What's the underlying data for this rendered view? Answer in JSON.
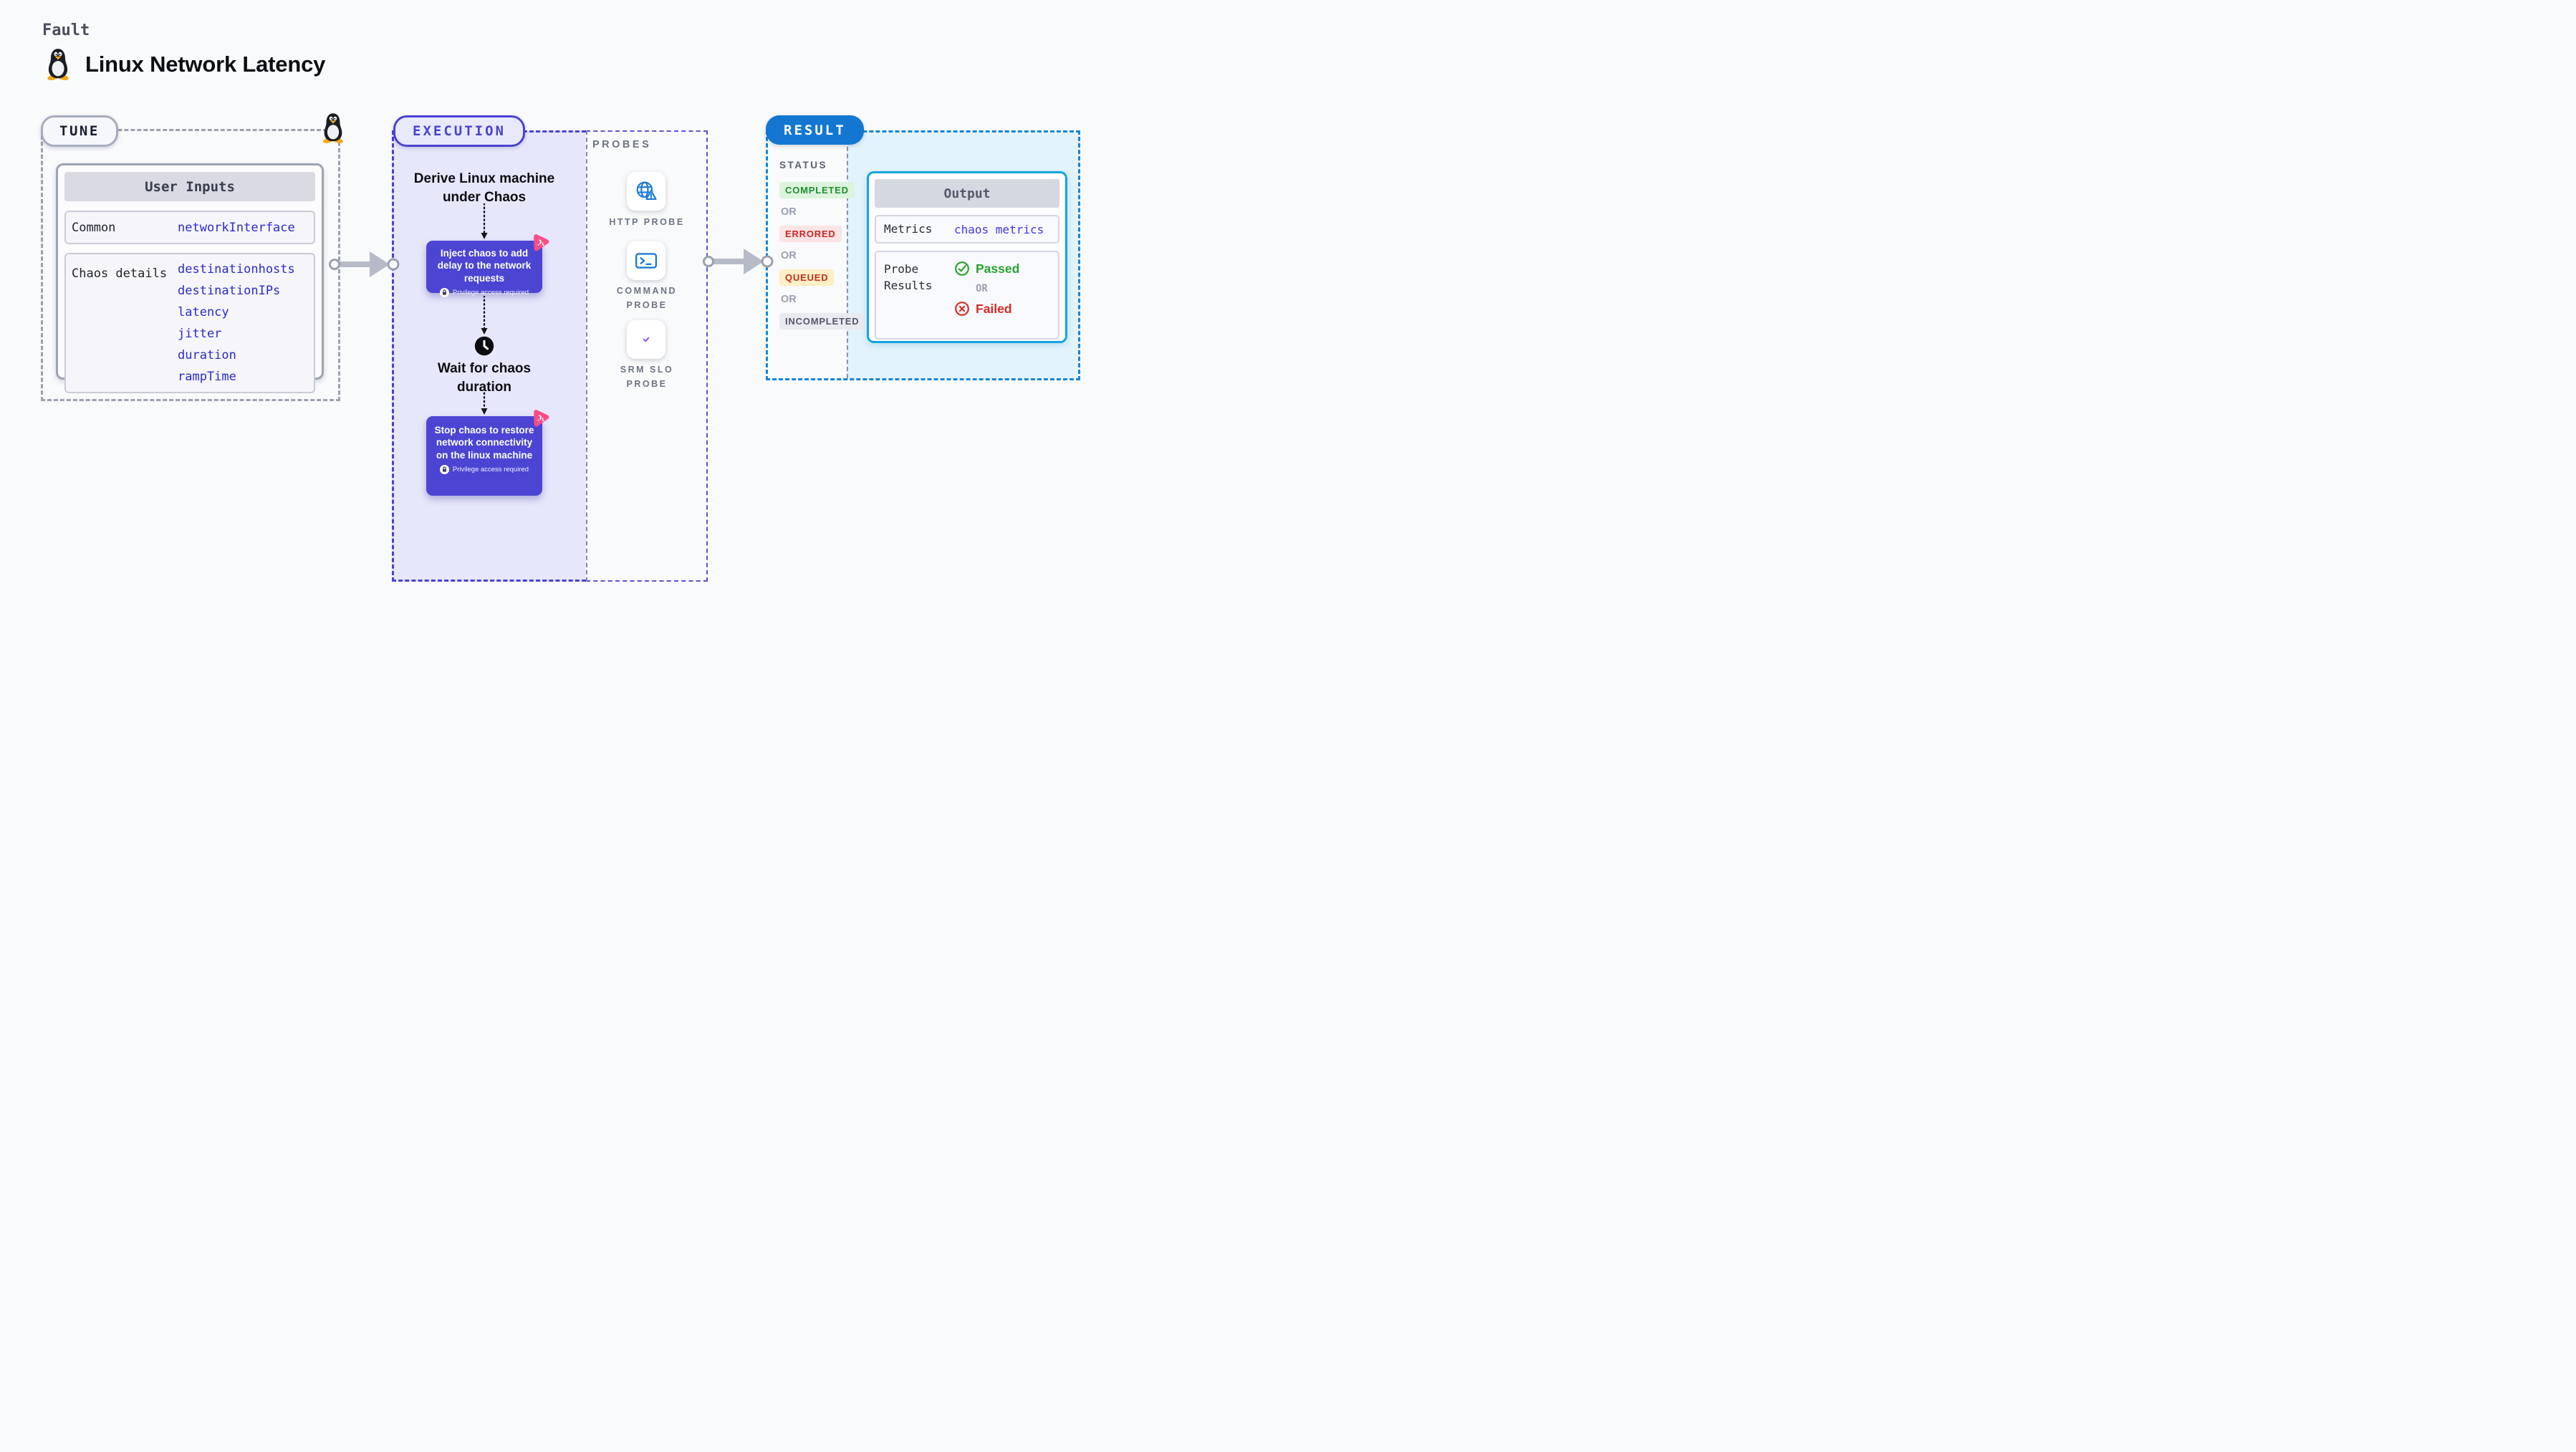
{
  "header": {
    "kicker": "Fault",
    "title": "Linux Network Latency"
  },
  "tune": {
    "pill": "TUNE",
    "card_header": "User Inputs",
    "rows": [
      {
        "label": "Common",
        "values": [
          "networkInterface"
        ]
      },
      {
        "label": "Chaos details",
        "values": [
          "destinationhosts",
          "destinationIPs",
          "latency",
          "jitter",
          "duration",
          "rampTime"
        ]
      }
    ]
  },
  "execution": {
    "pill": "EXECUTION",
    "step_derive": "Derive Linux machine under Chaos",
    "inject": {
      "text": "Inject chaos to add delay to the network requests",
      "badge": "Privilege access required"
    },
    "wait": "Wait for chaos duration",
    "stop": {
      "text": "Stop chaos to restore network connectivity on the linux machine",
      "badge": "Privilege access required"
    }
  },
  "probes": {
    "heading": "PROBES",
    "items": [
      {
        "label": "HTTP PROBE",
        "icon": "globe-warning-icon"
      },
      {
        "label": "COMMAND PROBE",
        "icon": "terminal-icon"
      },
      {
        "label": "SRM SLO PROBE",
        "icon": "slo-pie-check-icon"
      }
    ]
  },
  "result": {
    "pill": "RESULT",
    "status_heading": "STATUS",
    "or": "OR",
    "statuses": [
      {
        "label": "COMPLETED",
        "color": "#1f8f2f"
      },
      {
        "label": "ERRORED",
        "color": "#cd2521"
      },
      {
        "label": "QUEUED",
        "color": "#bc3221"
      },
      {
        "label": "INCOMPLETED",
        "color": "#525869"
      }
    ],
    "output": {
      "header": "Output",
      "metrics_label": "Metrics",
      "metrics_value": "chaos metrics",
      "probe_results_label": "Probe Results",
      "passed": "Passed",
      "or": "OR",
      "failed": "Failed"
    }
  },
  "colors": {
    "accent_indigo": "#4a43d0",
    "node_indigo": "#4c45d3",
    "accent_blue": "#1377d2",
    "accent_cyan": "#16a4de",
    "value_text": "#2b2bc8",
    "passed_green": "#26a32d",
    "failed_red": "#d62a24",
    "pink_badge": "#fb4d86"
  }
}
